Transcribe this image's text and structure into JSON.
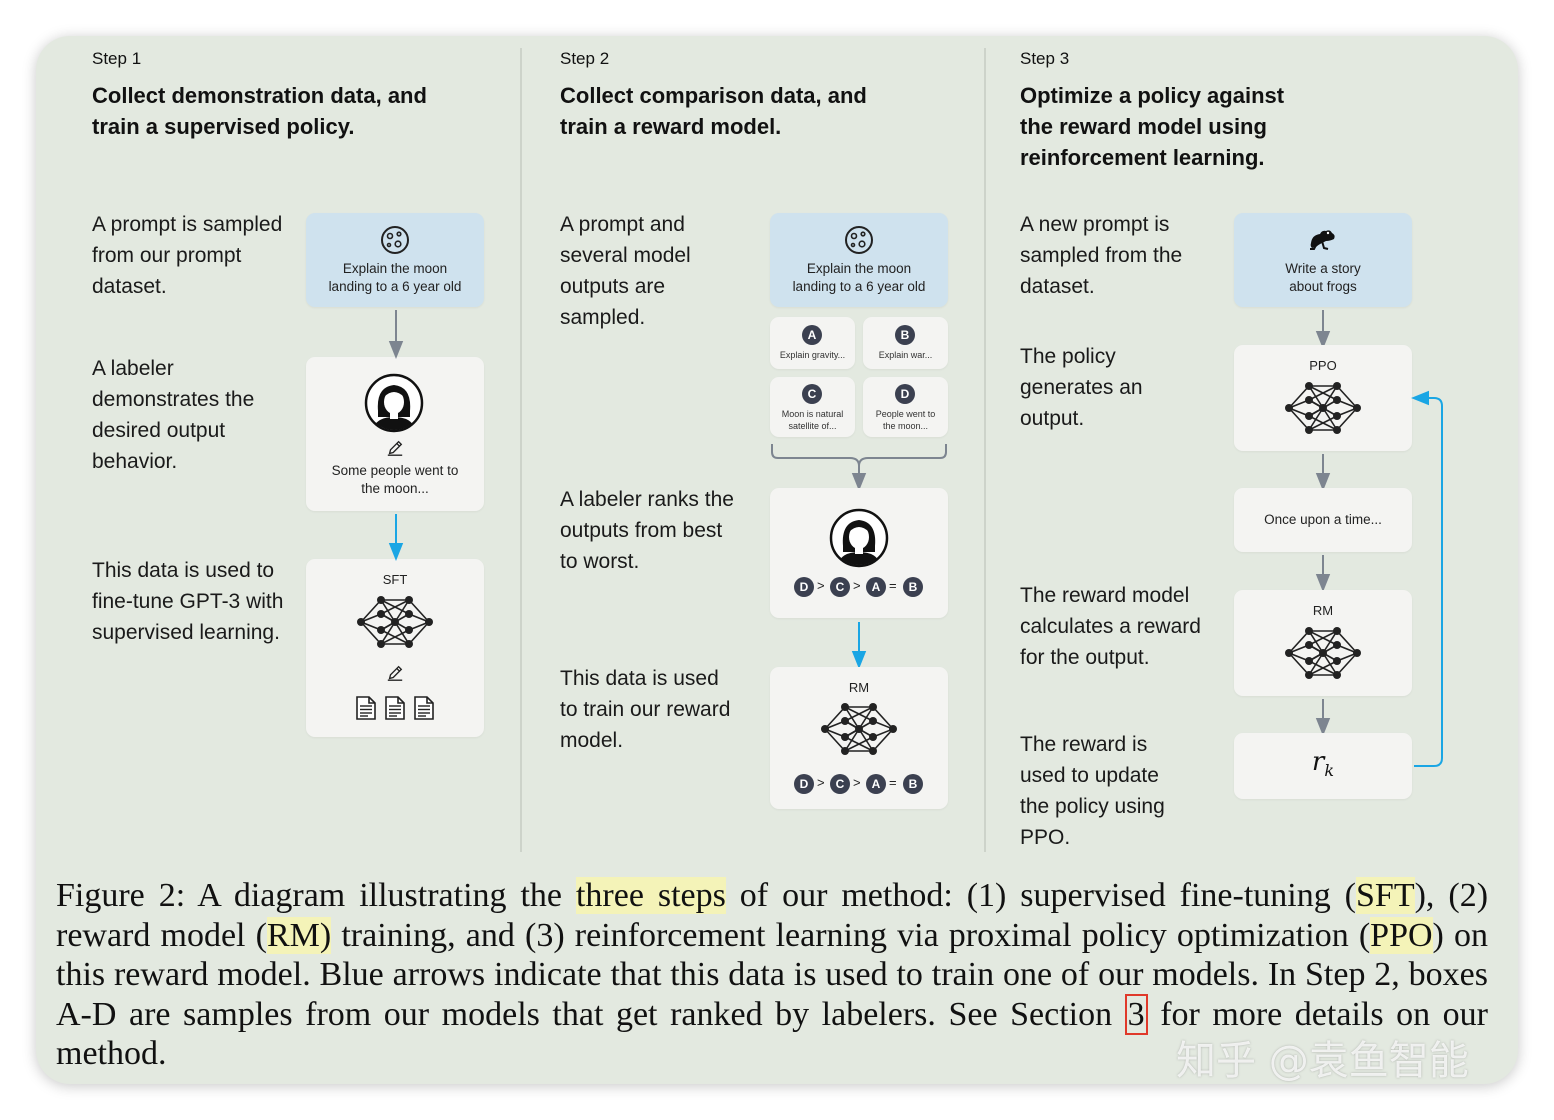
{
  "step1": {
    "label": "Step 1",
    "title": "Collect demonstration data, and train a supervised policy.",
    "desc1": "A prompt is sampled from our prompt dataset.",
    "desc2": "A labeler demonstrates the desired output behavior.",
    "desc3": "This data is used to fine-tune GPT-3 with supervised learning.",
    "prompt_text": "Explain the moon landing to a 6 year old",
    "demo_text": "Some people went to the moon...",
    "model_label": "SFT"
  },
  "step2": {
    "label": "Step 2",
    "title": "Collect comparison data, and train a reward model.",
    "desc1": "A prompt and several model outputs are sampled.",
    "desc2": "A labeler ranks the outputs from best to worst.",
    "desc3": "This data is used to train our reward model.",
    "prompt_text": "Explain the moon landing to a 6 year old",
    "outputs": [
      {
        "letter": "A",
        "text": "Explain gravity..."
      },
      {
        "letter": "B",
        "text": "Explain war..."
      },
      {
        "letter": "C",
        "text": "Moon is natural satellite of..."
      },
      {
        "letter": "D",
        "text": "People went to the moon..."
      }
    ],
    "ranking": [
      "D",
      ">",
      "C",
      ">",
      "A",
      "=",
      "B"
    ],
    "model_label": "RM"
  },
  "step3": {
    "label": "Step 3",
    "title": "Optimize a policy against the reward model using reinforcement learning.",
    "desc1": "A new prompt is sampled from the dataset.",
    "desc2": "The policy generates an output.",
    "desc3": "The reward model calculates a reward for the output.",
    "desc4": "The reward is used to update the policy using PPO.",
    "prompt_text": "Write a story about frogs",
    "policy_label": "PPO",
    "output_text": "Once upon a time...",
    "rm_label": "RM",
    "reward_symbol": "r",
    "reward_subscript": "k"
  },
  "caption": {
    "p1": "Figure 2: A diagram illustrating the ",
    "hl1": "three steps",
    "p2": " of our method: (1) supervised fine-tuning (",
    "hl2": "SFT",
    "p3": "), (2) reward model (",
    "hl3": "RM)",
    "p4": " training, and (3) reinforcement learning via proximal policy optimization (",
    "hl4": "PPO",
    "p5": ") on this reward model. Blue arrows indicate that this data is used to train one of our models. In Step 2, boxes A-D are samples from our models that get ranked by labelers. See Section ",
    "ref": "3",
    "p6": " for more details on our method."
  },
  "watermark": "知乎 @袁鱼智能",
  "colors": {
    "card_bg": "#e3e9e0",
    "prompt_bg": "#cfe2ee",
    "box_bg": "#f4f4f2",
    "blue_arrow": "#1aa6e4",
    "gray_arrow": "#7d8590",
    "highlight": "#f4f3b8"
  },
  "icons": [
    "moon-icon",
    "frog-icon",
    "labeler-avatar-icon",
    "pencil-icon",
    "document-icon",
    "neural-network-icon"
  ]
}
